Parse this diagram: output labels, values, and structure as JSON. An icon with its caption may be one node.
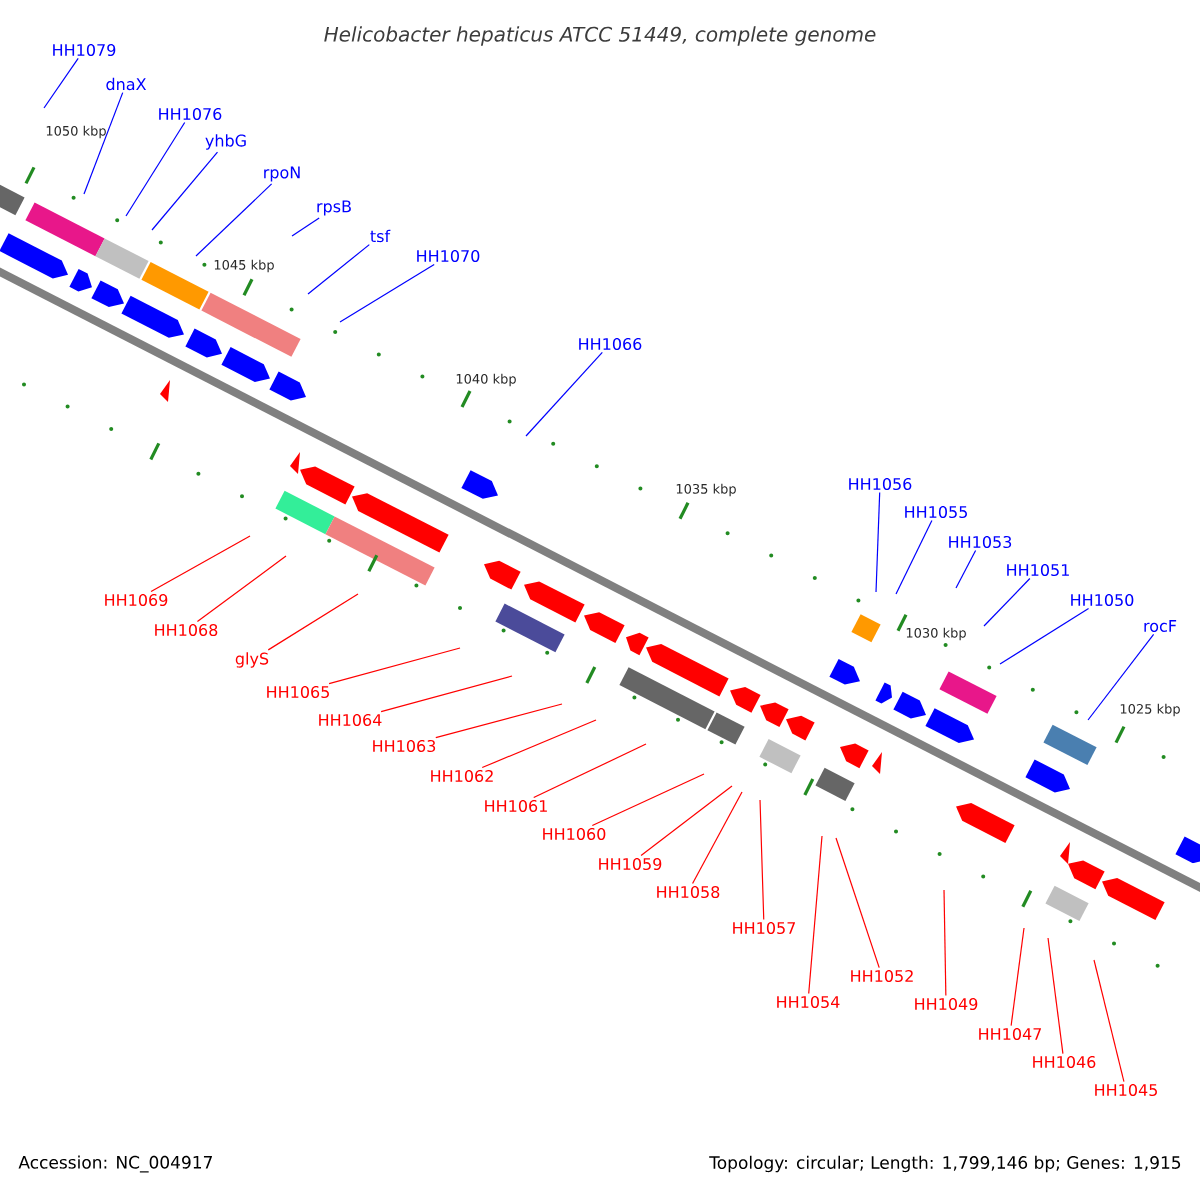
{
  "diagram": {
    "title": "Helicobacter hepaticus ATCC 51449, complete genome",
    "nodes": [
      {
        "text": [
          "HH1079"
        ]
      },
      {
        "text": [
          "dnaX"
        ]
      },
      {
        "text": [
          "HH1076"
        ]
      },
      {
        "text": [
          "yhbG"
        ]
      },
      {
        "text": [
          "rpoN"
        ]
      },
      {
        "text": [
          "rpsB"
        ]
      },
      {
        "text": [
          "tsf"
        ]
      },
      {
        "text": [
          "HH1070"
        ]
      },
      {
        "text": [
          "HH1066"
        ]
      },
      {
        "text": [
          "HH1056"
        ]
      },
      {
        "text": [
          "HH1055"
        ]
      },
      {
        "text": [
          "HH1053"
        ]
      },
      {
        "text": [
          "HH1051"
        ]
      },
      {
        "text": [
          "HH1050"
        ]
      },
      {
        "text": [
          "rocF"
        ]
      },
      {
        "text": [
          "HH1069"
        ]
      },
      {
        "text": [
          "HH1068"
        ]
      },
      {
        "text": [
          "glyS"
        ]
      },
      {
        "text": [
          "HH1065"
        ]
      },
      {
        "text": [
          "HH1064"
        ]
      },
      {
        "text": [
          "HH1063"
        ]
      },
      {
        "text": [
          "HH1062"
        ]
      },
      {
        "text": [
          "HH1061"
        ]
      },
      {
        "text": [
          "HH1060"
        ]
      },
      {
        "text": [
          "HH1059"
        ]
      },
      {
        "text": [
          "HH1058"
        ]
      },
      {
        "text": [
          "HH1057"
        ]
      },
      {
        "text": [
          "HH1054"
        ]
      },
      {
        "text": [
          "HH1052"
        ]
      },
      {
        "text": [
          "HH1049"
        ]
      },
      {
        "text": [
          "HH1047"
        ]
      },
      {
        "text": [
          "HH1046"
        ]
      },
      {
        "text": [
          "HH1045"
        ]
      }
    ],
    "edges": [
      {
        "from": 0,
        "to": null,
        "arrow": "none",
        "color": "#0000ff"
      },
      {
        "from": 1,
        "to": null,
        "arrow": "none",
        "color": "#0000ff"
      },
      {
        "from": 2,
        "to": null,
        "arrow": "none",
        "color": "#0000ff"
      },
      {
        "from": 3,
        "to": null,
        "arrow": "none",
        "color": "#0000ff"
      },
      {
        "from": 4,
        "to": null,
        "arrow": "none",
        "color": "#0000ff"
      },
      {
        "from": 5,
        "to": null,
        "arrow": "none",
        "color": "#0000ff"
      },
      {
        "from": 6,
        "to": null,
        "arrow": "none",
        "color": "#0000ff"
      },
      {
        "from": 7,
        "to": null,
        "arrow": "none",
        "color": "#0000ff"
      },
      {
        "from": 8,
        "to": null,
        "arrow": "none",
        "color": "#0000ff"
      },
      {
        "from": 9,
        "to": null,
        "arrow": "none",
        "color": "#0000ff"
      },
      {
        "from": 10,
        "to": null,
        "arrow": "none",
        "color": "#0000ff"
      },
      {
        "from": 11,
        "to": null,
        "arrow": "none",
        "color": "#0000ff"
      },
      {
        "from": 12,
        "to": null,
        "arrow": "none",
        "color": "#0000ff"
      },
      {
        "from": 13,
        "to": null,
        "arrow": "none",
        "color": "#0000ff"
      },
      {
        "from": 14,
        "to": null,
        "arrow": "none",
        "color": "#0000ff"
      },
      {
        "from": 15,
        "to": null,
        "arrow": "none"
      },
      {
        "from": 16,
        "to": null,
        "arrow": "none"
      },
      {
        "from": 17,
        "to": null,
        "arrow": "none"
      },
      {
        "from": 18,
        "to": null,
        "arrow": "none"
      },
      {
        "from": 19,
        "to": null,
        "arrow": "none"
      },
      {
        "from": 20,
        "to": null,
        "arrow": "none"
      },
      {
        "from": 21,
        "to": null,
        "arrow": "none"
      },
      {
        "from": 22,
        "to": null,
        "arrow": "none"
      },
      {
        "from": 23,
        "to": null,
        "arrow": "none"
      },
      {
        "from": 24,
        "to": null,
        "arrow": "none"
      },
      {
        "from": 25,
        "to": null,
        "arrow": "none"
      },
      {
        "from": 26,
        "to": null,
        "arrow": "none"
      },
      {
        "from": 27,
        "to": null,
        "arrow": "none"
      },
      {
        "from": 28,
        "to": null,
        "arrow": "none"
      },
      {
        "from": 29,
        "to": null,
        "arrow": "none"
      },
      {
        "from": 30,
        "to": null,
        "arrow": "none"
      },
      {
        "from": 31,
        "to": null,
        "arrow": "none"
      },
      {
        "from": 32,
        "to": null,
        "arrow": "none"
      }
    ],
    "labels": [
      "1050 kbp",
      "1045 kbp",
      "1040 kbp",
      "1035 kbp",
      "1030 kbp",
      "1025 kbp",
      "Accession: NC_004917",
      "Topology: circular; Length: 1,799,146 bp; Genes: 1,915"
    ]
  }
}
